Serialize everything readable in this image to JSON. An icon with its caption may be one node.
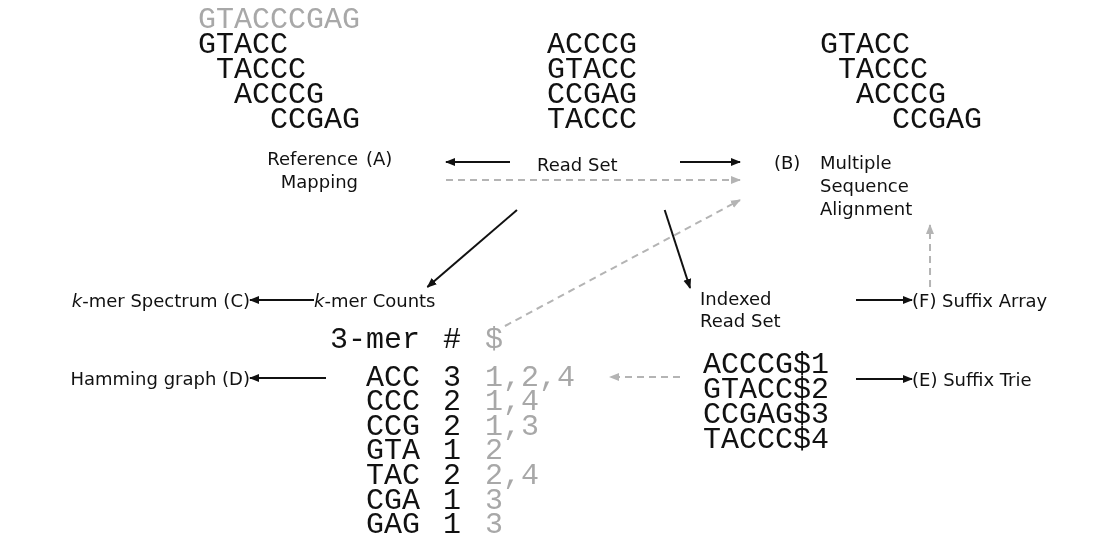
{
  "diagram": {
    "nodes": [
      {
        "text": [
          "GTACCCGAG",
          "GTACC",
          "TACCC",
          "ACCCG",
          "CCGAG",
          "Reference Mapping"
        ],
        "beside": [
          "(A)"
        ]
      },
      {
        "text": [
          "ACCCG",
          "GTACC",
          "CCGAG",
          "TACCC",
          "Read Set"
        ]
      },
      {
        "text": [
          "GTACC",
          "TACCC",
          "ACCCG",
          "CCGAG",
          "Multiple Sequence Alignment"
        ],
        "beside": [
          "(B)"
        ]
      },
      {
        "text": [
          "*k*-mer Spectrum (C)"
        ]
      },
      {
        "text": [
          "*k*-mer Counts"
        ]
      },
      {
        "text": [
          "Indexed Read Set",
          "ACCCG$1",
          "GTACC$2",
          "CCGAG$3",
          "TACCC$4"
        ]
      },
      {
        "text": [
          "(F) Suffix Array"
        ]
      },
      {
        "text": [
          "Hamming graph (D)"
        ]
      },
      {
        "text": [
          "3-mer",
          "#",
          "$",
          "ACC",
          "3",
          "1,2,4",
          "CCC",
          "2",
          "1,4",
          "CCG",
          "2",
          "1,3",
          "GTA",
          "1",
          "2",
          "TAC",
          "2",
          "2,4",
          "CGA",
          "1",
          "3",
          "GAG",
          "1",
          "3"
        ]
      },
      {
        "text": [
          "(E) Suffix Trie"
        ]
      }
    ],
    "edges": [
      {
        "from": 1,
        "to": 0,
        "arrow": "to"
      },
      {
        "from": 1,
        "to": 2,
        "arrow": "to"
      },
      {
        "from": 0,
        "to": 2,
        "arrow": "to",
        "style": "dashed",
        "color": "#b4b4b4"
      },
      {
        "from": 1,
        "to": 4,
        "arrow": "to"
      },
      {
        "from": 1,
        "to": 5,
        "arrow": "to"
      },
      {
        "from": 8,
        "to": 2,
        "arrow": "to",
        "style": "dashed",
        "color": "#b4b4b4"
      },
      {
        "from": 4,
        "to": 3,
        "arrow": "to"
      },
      {
        "from": 8,
        "to": 7,
        "arrow": "to"
      },
      {
        "from": 5,
        "to": 6,
        "arrow": "to"
      },
      {
        "from": 5,
        "to": 9,
        "arrow": "to"
      },
      {
        "from": 5,
        "to": 8,
        "arrow": "to",
        "style": "dashed",
        "color": "#b4b4b4"
      },
      {
        "from": 6,
        "to": 2,
        "arrow": "to",
        "style": "dashed",
        "color": "#b4b4b4"
      }
    ]
  }
}
